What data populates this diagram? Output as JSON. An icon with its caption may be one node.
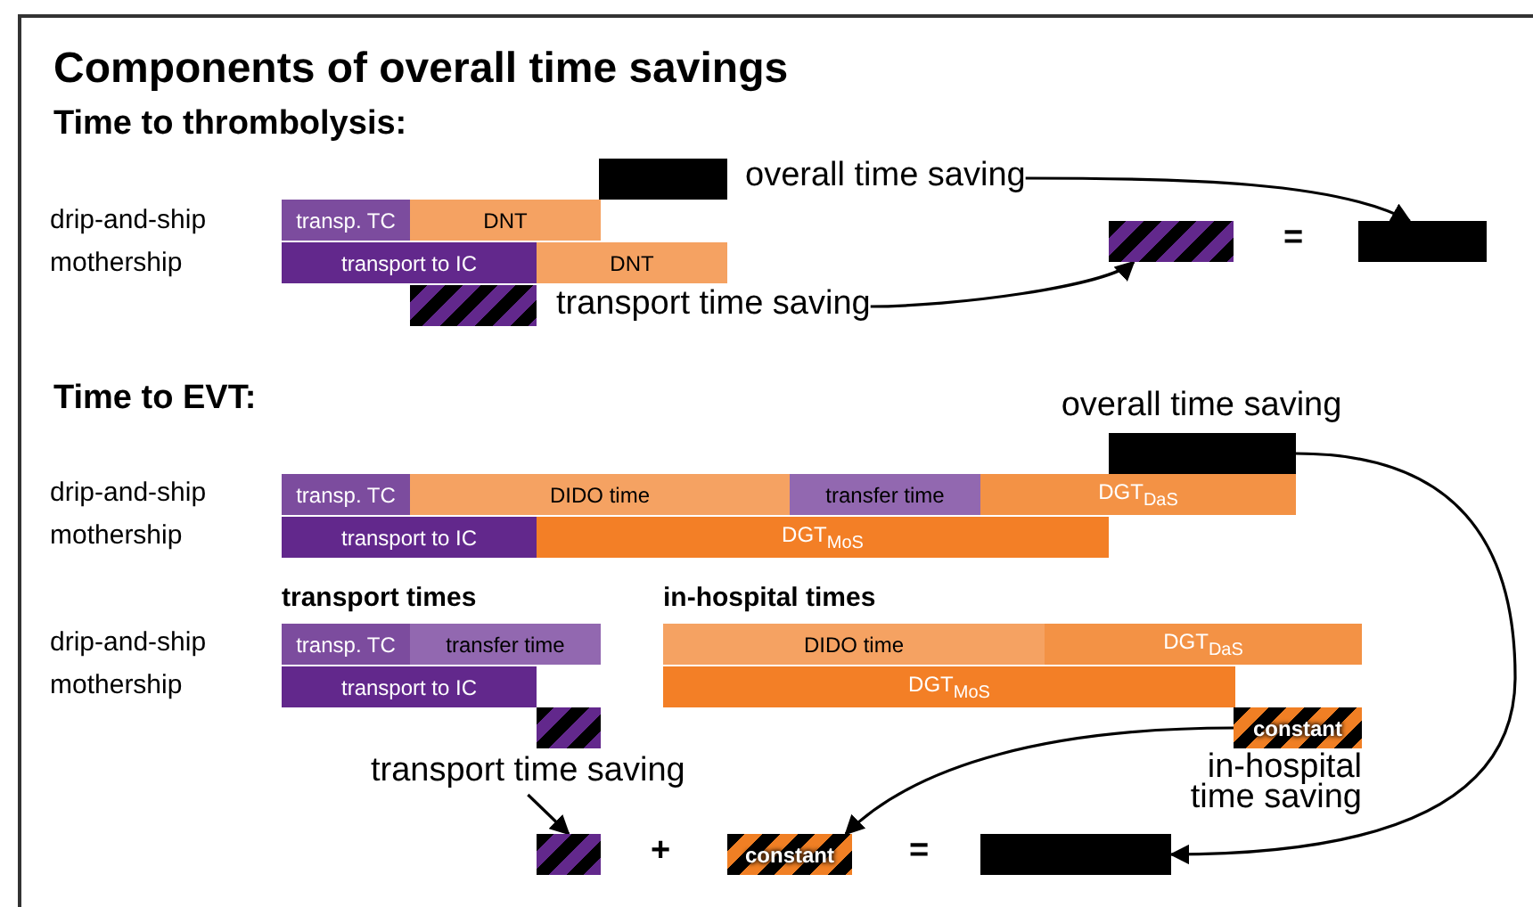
{
  "diagram": {
    "title": "Components of overall time savings",
    "nodes": [
      {
        "text": [
          "transp. TC"
        ]
      },
      {
        "text": [
          "DNT"
        ]
      },
      {
        "text": [
          "transport to IC"
        ]
      },
      {
        "text": [
          "DNT"
        ]
      },
      {
        "text": [],
        "shape": "bar"
      },
      {
        "text": [
          "overall time saving"
        ]
      },
      {
        "text": [],
        "shape": "bar"
      },
      {
        "text": [
          "transport time saving"
        ]
      },
      {
        "text": [],
        "shape": "bar"
      },
      {
        "text": [],
        "shape": "bar"
      },
      {
        "text": [
          "transp. TC"
        ]
      },
      {
        "text": [
          "DIDO time"
        ]
      },
      {
        "text": [
          "transfer time"
        ]
      },
      {
        "text": [
          "DGT$_{DaS}$"
        ]
      },
      {
        "text": [
          "transport to IC"
        ]
      },
      {
        "text": [
          "DGT$_{MoS}$"
        ]
      },
      {
        "text": [],
        "shape": "bar",
        "beside": [
          "overall time saving"
        ]
      },
      {
        "text": [
          "transp. TC"
        ]
      },
      {
        "text": [
          "transfer time"
        ]
      },
      {
        "text": [
          "transport to IC"
        ]
      },
      {
        "text": [],
        "shape": "bar"
      },
      {
        "text": [
          "DIDO time"
        ]
      },
      {
        "text": [
          "DGT$_{DaS}$"
        ]
      },
      {
        "text": [
          "DGT$_{MoS}$"
        ]
      },
      {
        "text": [
          "constant"
        ],
        "beside": [
          "in-hospital time saving"
        ]
      },
      {
        "text": [
          "transport time saving"
        ]
      },
      {
        "text": [],
        "shape": "bar"
      },
      {
        "text": [
          "constant"
        ]
      },
      {
        "text": [],
        "shape": "bar"
      }
    ],
    "edges": [
      {
        "from": 5,
        "to": 9,
        "arrow": "to"
      },
      {
        "from": 7,
        "to": 8,
        "arrow": "to"
      },
      {
        "from": 25,
        "to": 26,
        "arrow": "to"
      },
      {
        "from": 24,
        "to": 27,
        "arrow": "to"
      },
      {
        "from": 16,
        "to": 28,
        "arrow": "to"
      }
    ],
    "labels": [
      "Time to thrombolysis:",
      "drip-and-ship",
      "mothership",
      "=",
      "Time to EVT:",
      "drip-and-ship",
      "mothership",
      "transport times",
      "in-hospital times",
      "drip-and-ship",
      "mothership",
      "+",
      "="
    ]
  }
}
